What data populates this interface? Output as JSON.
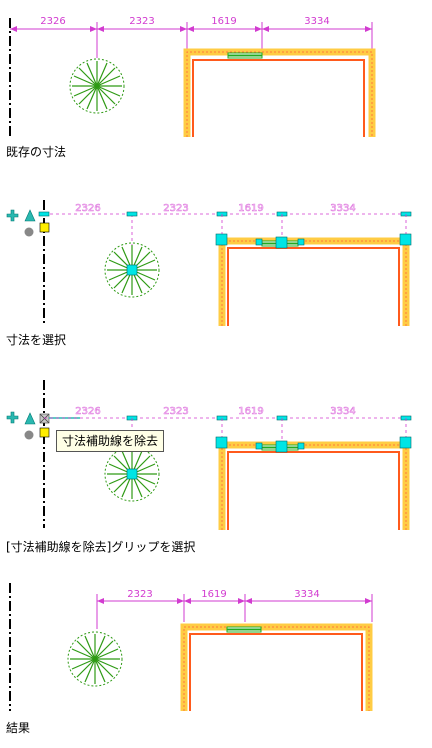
{
  "steps": [
    {
      "caption": "既存の寸法",
      "dimensions": [
        "2326",
        "2323",
        "1619",
        "3334"
      ]
    },
    {
      "caption": "寸法を選択",
      "dimensions": [
        "2326",
        "2323",
        "1619",
        "3334"
      ]
    },
    {
      "caption": "[寸法補助線を除去]グリップを選択",
      "dimensions": [
        "2326",
        "2323",
        "1619",
        "3334"
      ],
      "tooltip": "寸法補助線を除去"
    },
    {
      "caption": "結果",
      "dimensions": [
        "2323",
        "1619",
        "3334"
      ]
    }
  ],
  "colors": {
    "dimension": "#d23bd0",
    "grip": "#00e5e5",
    "wall_outer": "#ff7a3c",
    "wall_hatch": "#ffcc44",
    "window": "#22aa22",
    "tree": "#2e9a14",
    "selected_grip": "#ffee00"
  }
}
